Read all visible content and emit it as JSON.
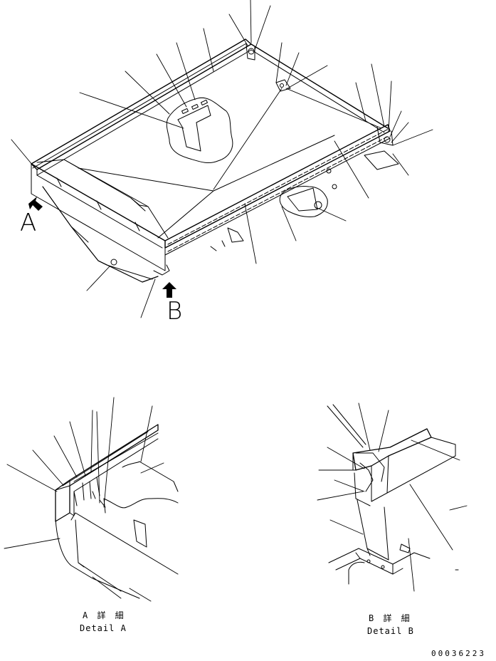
{
  "view_labels": {
    "a": "A",
    "b": "B"
  },
  "detail_a": {
    "caption": "A 詳 細",
    "subcaption": "Detail A"
  },
  "detail_b": {
    "caption": "B 詳 細",
    "subcaption": "Detail B"
  },
  "drawing_code": "00036223",
  "colors": {
    "line": "#000000",
    "background": "#ffffff"
  }
}
